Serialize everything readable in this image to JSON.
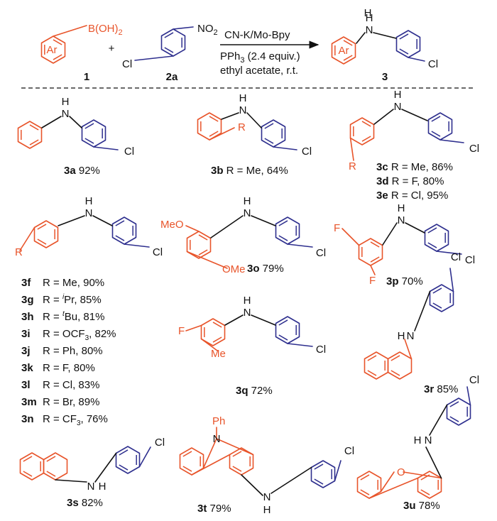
{
  "colors": {
    "aryl": "#e8542a",
    "chloroaryl": "#2e2f8e",
    "bond": "#111111"
  },
  "reaction": {
    "reagent1_group": "B(OH)",
    "reagent1_sub": "2",
    "reagent1_ring": "Ar",
    "reagent1_id": "1",
    "plus": "+",
    "reagent2_no2": "NO",
    "reagent2_no2_sub": "2",
    "reagent2_cl": "Cl",
    "reagent2_id": "2a",
    "catalyst": "CN-K/Mo-Bpy",
    "reductant_a": "PPh",
    "reductant_sub": "3",
    "reductant_b": " (2.4 equiv.)",
    "conditions": "ethyl acetate, r.t.",
    "product_nh": "H",
    "product_n": "N",
    "product_ring": "Ar",
    "product_cl": "Cl",
    "product_id": "3"
  },
  "atoms": {
    "N": "N",
    "H": "H",
    "Cl": "Cl",
    "R": "R",
    "F": "F",
    "Me": "Me",
    "MeO": "MeO",
    "OMe": "OMe",
    "O": "O",
    "Ph": "Ph"
  },
  "products": [
    {
      "id": "3a",
      "text": " 92%"
    },
    {
      "id": "3b",
      "text": " R = Me, 64%"
    },
    {
      "id": "3c",
      "text": " R = Me, 86%"
    },
    {
      "id": "3d",
      "text": " R = F,  80%"
    },
    {
      "id": "3e",
      "text": " R = Cl, 95%"
    },
    {
      "id": "3f",
      "text": "R = Me, 90%"
    },
    {
      "id": "3g",
      "pre": "R = ",
      "sup": "i",
      "post": "Pr, 85%"
    },
    {
      "id": "3h",
      "pre": "R = ",
      "sup": "t",
      "post": "Bu, 81%"
    },
    {
      "id": "3i",
      "pre": "R = OCF",
      "sub": "3",
      "post": ", 82%"
    },
    {
      "id": "3j",
      "text": "R = Ph, 80%"
    },
    {
      "id": "3k",
      "text": "R = F, 80%"
    },
    {
      "id": "3l",
      "text": "R = Cl, 83%"
    },
    {
      "id": "3m",
      "text": "R = Br, 89%"
    },
    {
      "id": "3n",
      "pre": "R = CF",
      "sub": "3",
      "post": ", 76%"
    },
    {
      "id": "3o",
      "text": " 79%"
    },
    {
      "id": "3p",
      "text": " 70%"
    },
    {
      "id": "3q",
      "text": " 72%"
    },
    {
      "id": "3r",
      "text": " 85%"
    },
    {
      "id": "3s",
      "text": " 82%"
    },
    {
      "id": "3t",
      "text": " 79%"
    },
    {
      "id": "3u",
      "text": " 78%"
    }
  ]
}
